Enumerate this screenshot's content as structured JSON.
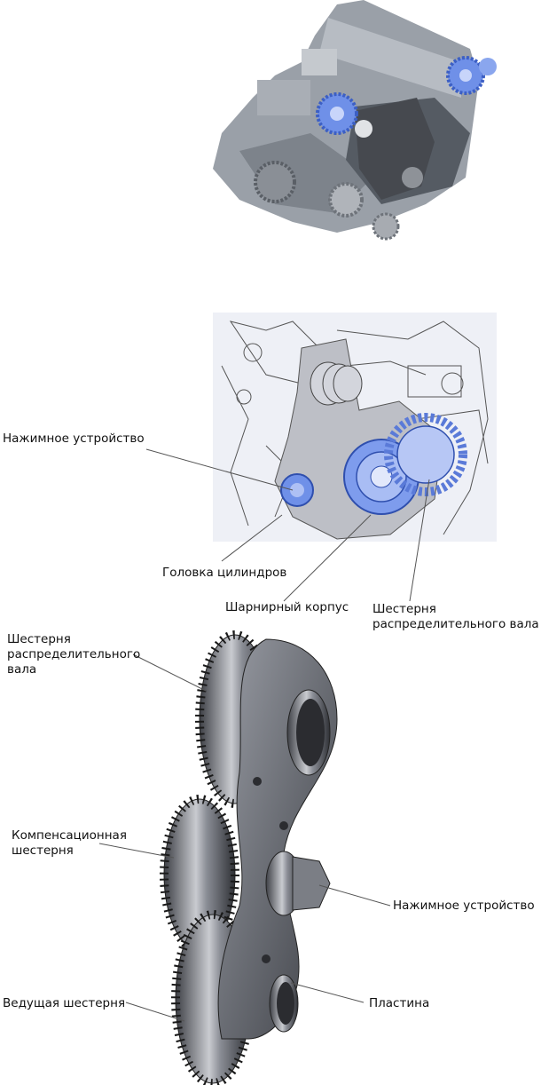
{
  "labels": {
    "fig2_tensioner": "Нажимное устройство",
    "fig2_cylinder_head": "Головка цилиндров",
    "fig2_hinged_housing": "Шарнирный корпус",
    "fig2_camshaft_gear_l1": "Шестерня",
    "fig2_camshaft_gear_l2": "распределительного вала",
    "fig3_camshaft_gear_l1": "Шестерня",
    "fig3_camshaft_gear_l2": "распределительного",
    "fig3_camshaft_gear_l3": "вала",
    "fig3_compensation_gear_l1": "Компенсационная",
    "fig3_compensation_gear_l2": "шестерня",
    "fig3_tensioner": "Нажимное устройство",
    "fig3_drive_gear": "Ведущая шестерня",
    "fig3_plate": "Пластина"
  },
  "colors": {
    "accent_blue": "#6f90e8",
    "metal_dark": "#4a4c52",
    "metal_mid": "#8a8d95",
    "metal_light": "#c9cbd0",
    "sketch_bg": "#eef0f6"
  }
}
